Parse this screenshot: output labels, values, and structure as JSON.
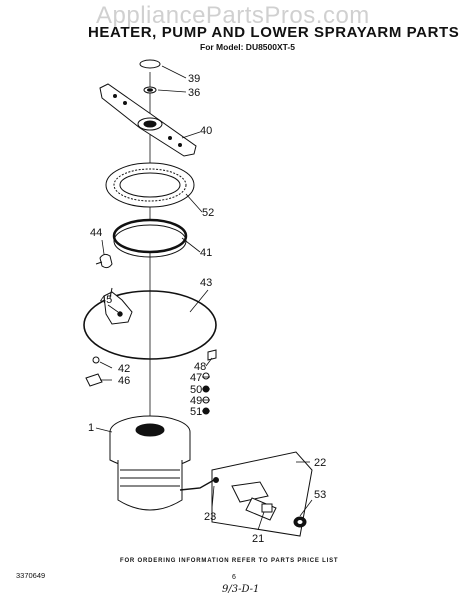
{
  "watermark": "AppliancePartsPros.com",
  "title": "HEATER, PUMP AND LOWER SPRAYARM PARTS",
  "subtitle": "For Model: DU8500XT-5",
  "footer_note": "FOR ORDERING INFORMATION REFER TO PARTS PRICE LIST",
  "doc_number": "3370649",
  "page_number": "6",
  "handwritten_note": "9/3-D-1",
  "callouts": {
    "p39": "39",
    "p36": "36",
    "p40": "40",
    "p52": "52",
    "p44": "44",
    "p41": "41",
    "p43": "43",
    "p45": "45",
    "p48": "48",
    "p47": "47",
    "p42": "42",
    "p46": "46",
    "p50": "50",
    "p49": "49",
    "p51": "51",
    "p1": "1",
    "p22": "22",
    "p53": "53",
    "p23": "23",
    "p21": "21"
  }
}
